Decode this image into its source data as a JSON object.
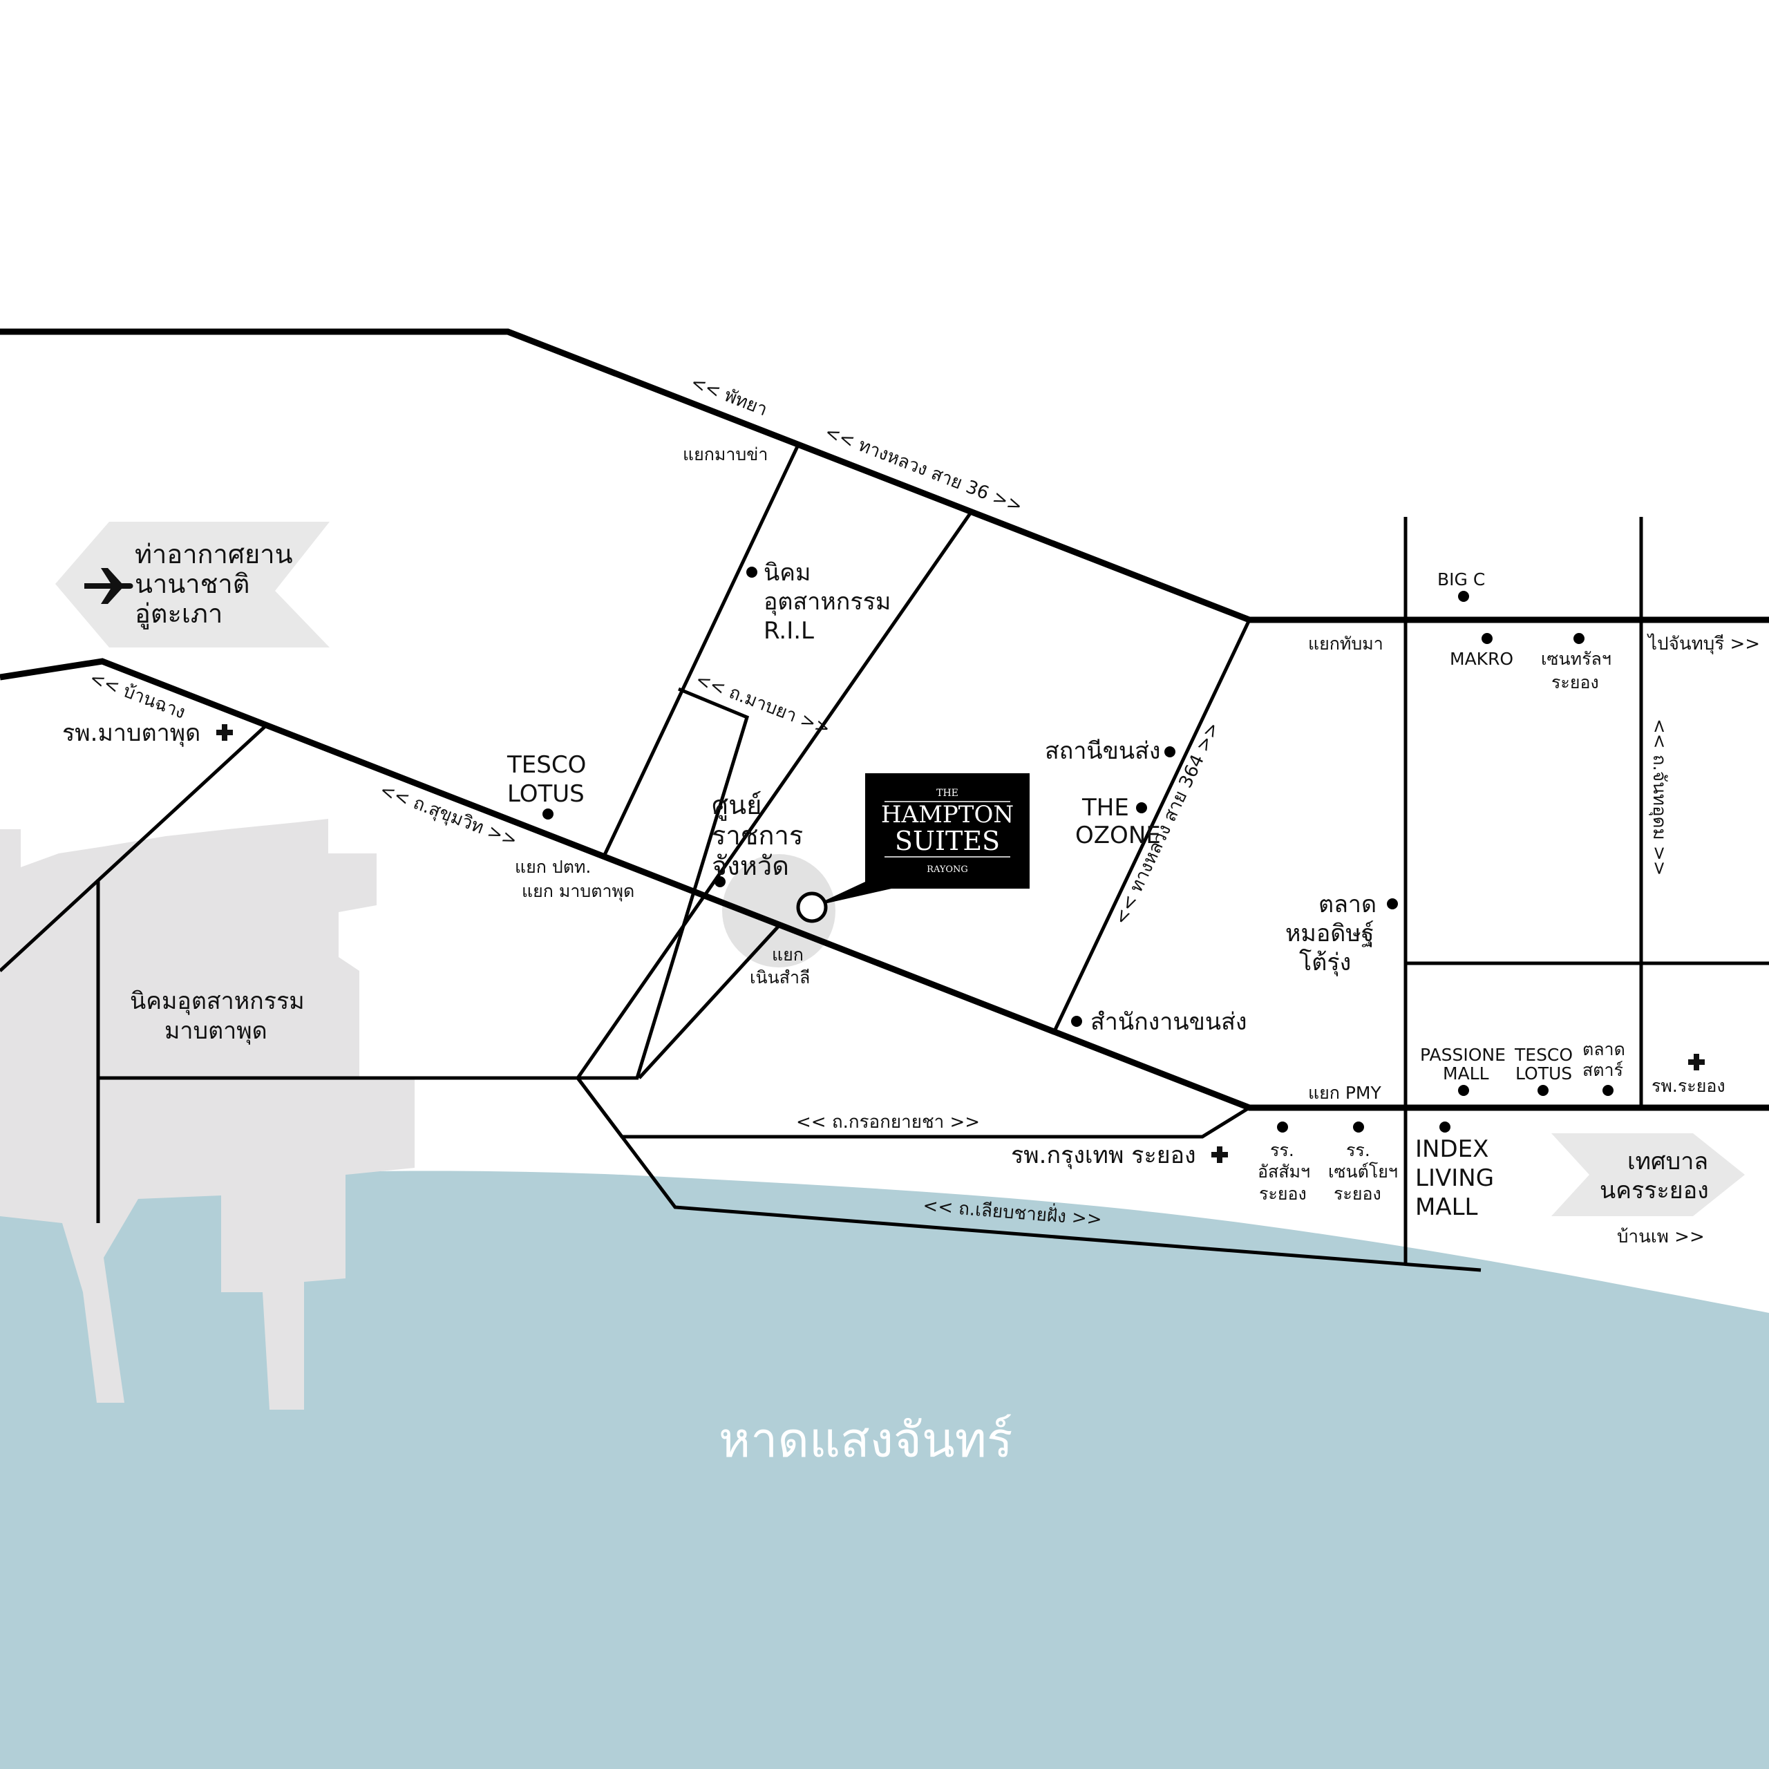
{
  "colors": {
    "road": "#000000",
    "sea": "#b2cfd7",
    "industrial": "#e4e3e4",
    "arrow_panel": "#e8e8e8",
    "logo_bg": "#000000",
    "logo_text": "#ffffff",
    "highlight_circle": "#e2e2e2"
  },
  "sea": {
    "label": "หาดแสงจันทร์"
  },
  "airport": {
    "icon": "airplane-icon",
    "lines": [
      "ท่าอากาศยาน",
      "นานาชาติ",
      "อู่ตะเภา"
    ]
  },
  "municipality": {
    "lines": [
      "เทศบาล",
      "นครระยอง"
    ]
  },
  "hotel_logo": {
    "the": "THE",
    "name_1": "HAMPTON",
    "name_2": "SUITES",
    "city": "RAYONG"
  },
  "roads": {
    "pattaya": "<< พัทยา",
    "highway36": "<< ทางหลวง สาย 36 >>",
    "ban_chang": "<< บ้านฉาง",
    "sukhumvit": "<< ถ.สุขุมวิท >>",
    "map_ya": "<< ถ.มาบยา >>",
    "highway364": "<< ทางหลวง สาย 364 >>",
    "chanthaburi": "ไปจันทบุรี >>",
    "chan_udom": "<< ถ.จันทอุดม >>",
    "krok_yai_cha": "<< ถ.กรอกยายชา >>",
    "liap_chai_fang": "<< ถ.เลียบชายฝั่ง >>",
    "ban_phe": "บ้านเพ >>"
  },
  "junctions": {
    "map_kha": "แยกมาบข่า",
    "ptt_1": "แยก ปตท.",
    "ptt_2": "แยก มาบตาพุด",
    "noen_1": "แยก",
    "noen_2": "เนินสำลี",
    "thap_ma": "แยกทับมา",
    "pmy": "แยก PMY"
  },
  "places": {
    "ril": [
      "นิคม",
      "อุตสาหกรรม",
      "R.I.L"
    ],
    "tesco_lotus_1": [
      "TESCO",
      "LOTUS"
    ],
    "govt_center": [
      "ศูนย์",
      "ราชการ",
      "จังหวัด"
    ],
    "bus_station": "สถานีขนส่ง",
    "the_ozone": [
      "THE",
      "OZONE"
    ],
    "big_c": "BIG C",
    "makro": "MAKRO",
    "central": [
      "เซนทรัลฯ",
      "ระยอง"
    ],
    "talad_mor": [
      "ตลาด",
      "หมอดิษฐ์",
      "โต้รุ่ง"
    ],
    "transport_office": "สำนักงานขนส่ง",
    "passione": [
      "PASSIONE",
      "MALL"
    ],
    "tesco_lotus_2": [
      "TESCO",
      "LOTUS"
    ],
    "talad_star": [
      "ตลาด",
      "สตาร์"
    ],
    "index_mall": [
      "INDEX",
      "LIVING",
      "MALL"
    ],
    "school_1": [
      "รร.",
      "อัสสัมฯ",
      "ระยอง"
    ],
    "school_2": [
      "รร.",
      "เซนต์โยฯ",
      "ระยอง"
    ]
  },
  "hospitals": {
    "maptaphut": "รพ.มาบตาพุด",
    "bangkok": "รพ.กรุงเทพ ระยอง",
    "rayong": "รพ.ระยอง"
  },
  "industrial_estate": [
    "นิคมอุตสาหกรรม",
    "มาบตาพุด"
  ]
}
